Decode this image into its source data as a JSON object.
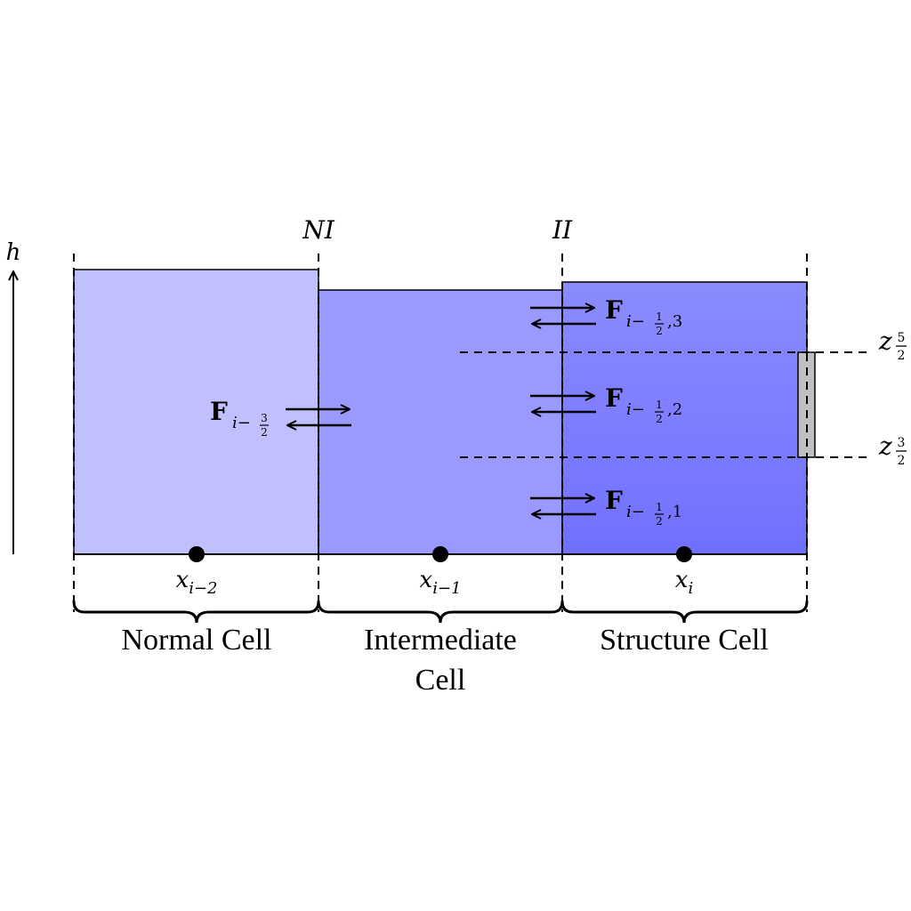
{
  "axis": {
    "vertical_label": "h"
  },
  "interfaces": {
    "ni_label": "NI",
    "ii_label": "II"
  },
  "cells": {
    "normal": {
      "center_label": "x",
      "center_sub": "i−2",
      "name": "Normal Cell"
    },
    "intermediate": {
      "center_label": "x",
      "center_sub": "i−1",
      "name_line1": "Intermediate",
      "name_line2": "Cell"
    },
    "structure": {
      "center_label": "x",
      "center_sub": "i",
      "name": "Structure Cell"
    }
  },
  "fluxes": {
    "left": {
      "symbol": "F",
      "sub": "i−",
      "frac_num": "3",
      "frac_den": "2"
    },
    "layer3": {
      "symbol": "F",
      "sub": "i−",
      "frac_num": "1",
      "frac_den": "2",
      "layer": ",3"
    },
    "layer2": {
      "symbol": "F",
      "sub": "i−",
      "frac_num": "1",
      "frac_den": "2",
      "layer": ",2"
    },
    "layer1": {
      "symbol": "F",
      "sub": "i−",
      "frac_num": "1",
      "frac_den": "2",
      "layer": ",1"
    }
  },
  "levels": {
    "upper": {
      "symbol": "z",
      "frac_num": "5",
      "frac_den": "2"
    },
    "lower": {
      "symbol": "z",
      "frac_num": "3",
      "frac_den": "2"
    }
  },
  "colors": {
    "normal_fill": "#c0c0ff",
    "intermediate_fill": "#9999ff",
    "structure_top": "#8b8bff",
    "structure_bottom": "#7070ff",
    "gate_fill": "#c0c0c0",
    "stroke": "#000000"
  }
}
